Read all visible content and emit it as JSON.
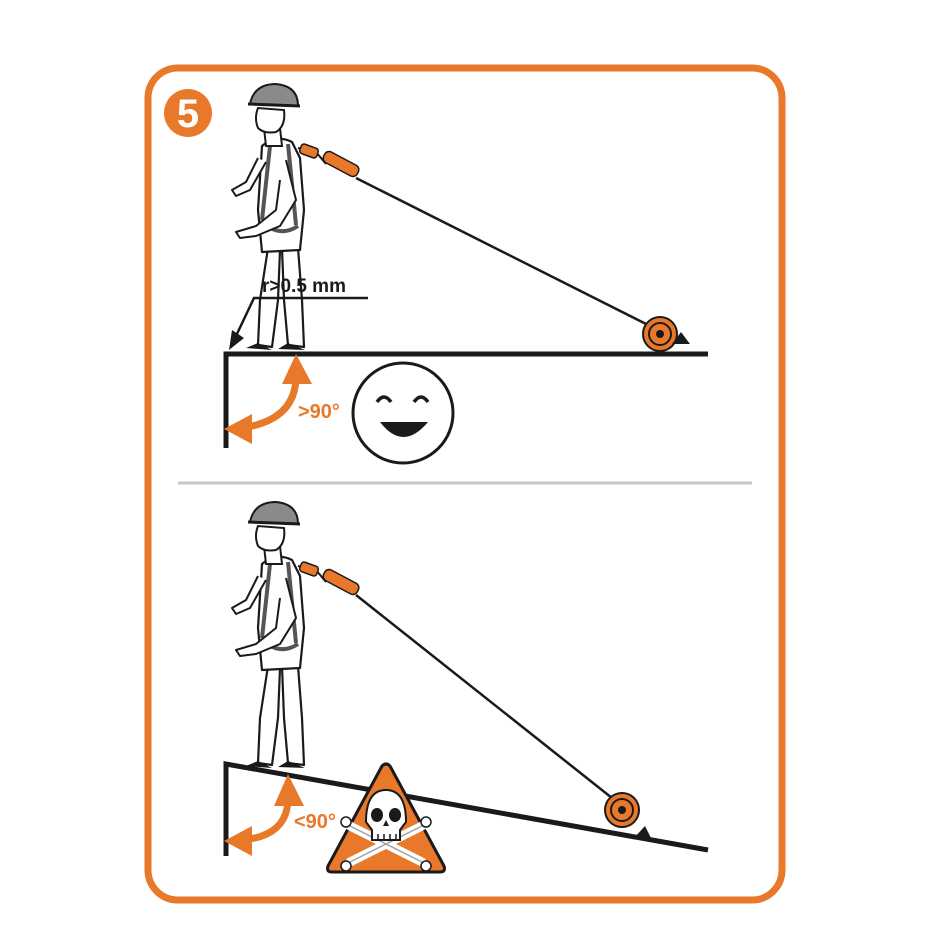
{
  "step": {
    "number": "5"
  },
  "top_panel": {
    "edge_radius_label": "r>0.5 mm",
    "angle_label": ">90°",
    "verdict_icon": "smiley-face-icon"
  },
  "bottom_panel": {
    "angle_label": "<90°",
    "verdict_icon": "skull-crossbones-warning-icon"
  },
  "colors": {
    "accent": "#e8792a",
    "line": "#1a1a1a",
    "divider": "#c8c8c8",
    "helmet": "#8a8a8a"
  }
}
